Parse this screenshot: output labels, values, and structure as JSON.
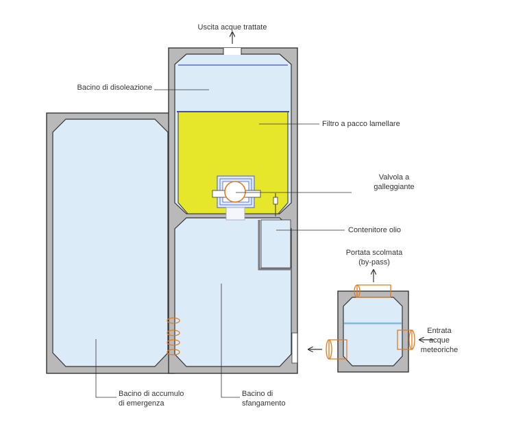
{
  "labels": {
    "outlet": "Uscita acque trattate",
    "oil_separation_basin": "Bacino di disoleazione",
    "lamellar_filter": "Filtro a pacco lamellare",
    "float_valve_line1": "Valvola a",
    "float_valve_line2": "galleggiante",
    "oil_container": "Contenitore olio",
    "bypass_line1": "Portata scolmata",
    "bypass_line2": "(by-pass)",
    "inlet_line1": "Entrata",
    "inlet_line2": "acque",
    "inlet_line3": "meteoriche",
    "emergency_basin_line1": "Bacino di accumulo",
    "emergency_basin_line2": "di emergenza",
    "sludge_basin_line1": "Bacino di",
    "sludge_basin_line2": "sfangamento"
  },
  "colors": {
    "water": "#dcebf8",
    "wall": "#b9b9b9",
    "filter": "#e6e62a",
    "pipe": "#e07a1e",
    "water_line": "#3d4fc4",
    "stroke": "#333333"
  }
}
